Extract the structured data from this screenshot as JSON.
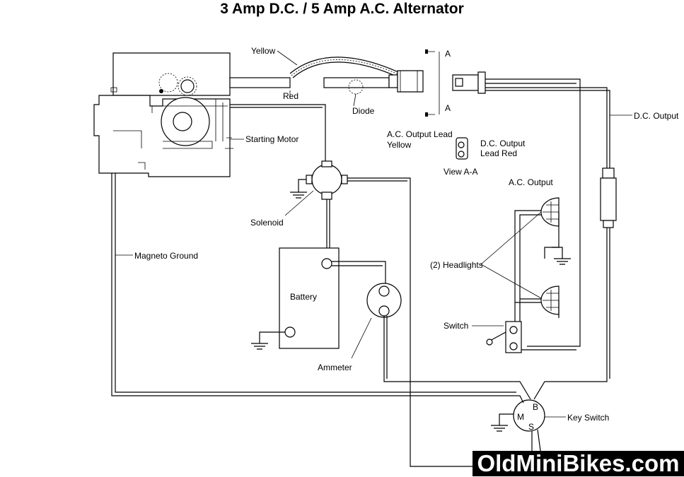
{
  "title": "3 Amp D.C. / 5 Amp A.C. Alternator",
  "labels": {
    "yellow": "Yellow",
    "red": "Red",
    "diode": "Diode",
    "section_a_top": "A",
    "section_a_bottom": "A",
    "starting_motor": "Starting Motor",
    "ac_output_lead": "A.C. Output Lead",
    "ac_output_lead_yellow": "Yellow",
    "dc_output_lead": "D.C. Output",
    "dc_output_lead_red": "Lead Red",
    "view_aa": "View A-A",
    "dc_output": "D.C. Output",
    "ac_output": "A.C. Output",
    "solenoid": "Solenoid",
    "magneto_ground": "Magneto Ground",
    "battery": "Battery",
    "headlights": "(2) Headlights",
    "switch": "Switch",
    "ammeter": "Ammeter",
    "key_switch": "Key Switch",
    "key_b": "B",
    "key_m": "M",
    "key_s": "S"
  },
  "watermark": "OldMiniBikes.com"
}
